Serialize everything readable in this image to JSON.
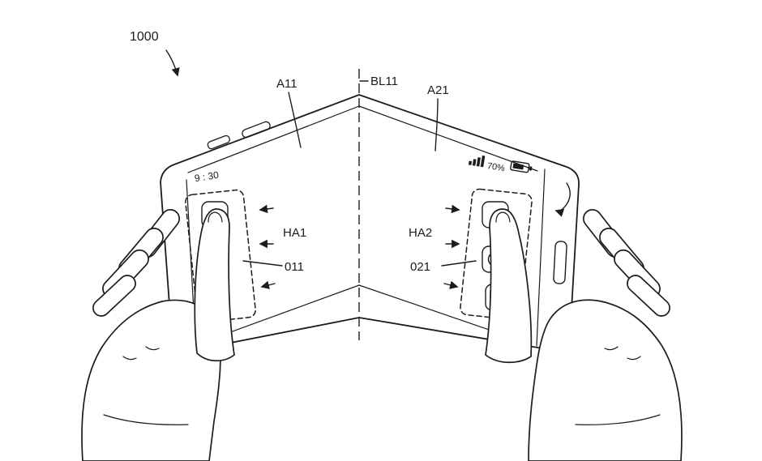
{
  "figure": {
    "ref": "1000",
    "labels": {
      "a11": "A11",
      "bl11": "BL11",
      "a21": "A21",
      "ha1": "HA1",
      "l011": "011",
      "ha2": "HA2",
      "l021": "021"
    },
    "screen": {
      "clock": "9 : 30",
      "battery_percent": "70%"
    },
    "icons": [
      "camera-icon",
      "headphones-icon",
      "gallery-icon",
      "signal-icon",
      "battery-icon",
      "back-gesture-icon"
    ],
    "colors": {
      "ink": "#1c1c1c",
      "background": "#ffffff"
    }
  }
}
